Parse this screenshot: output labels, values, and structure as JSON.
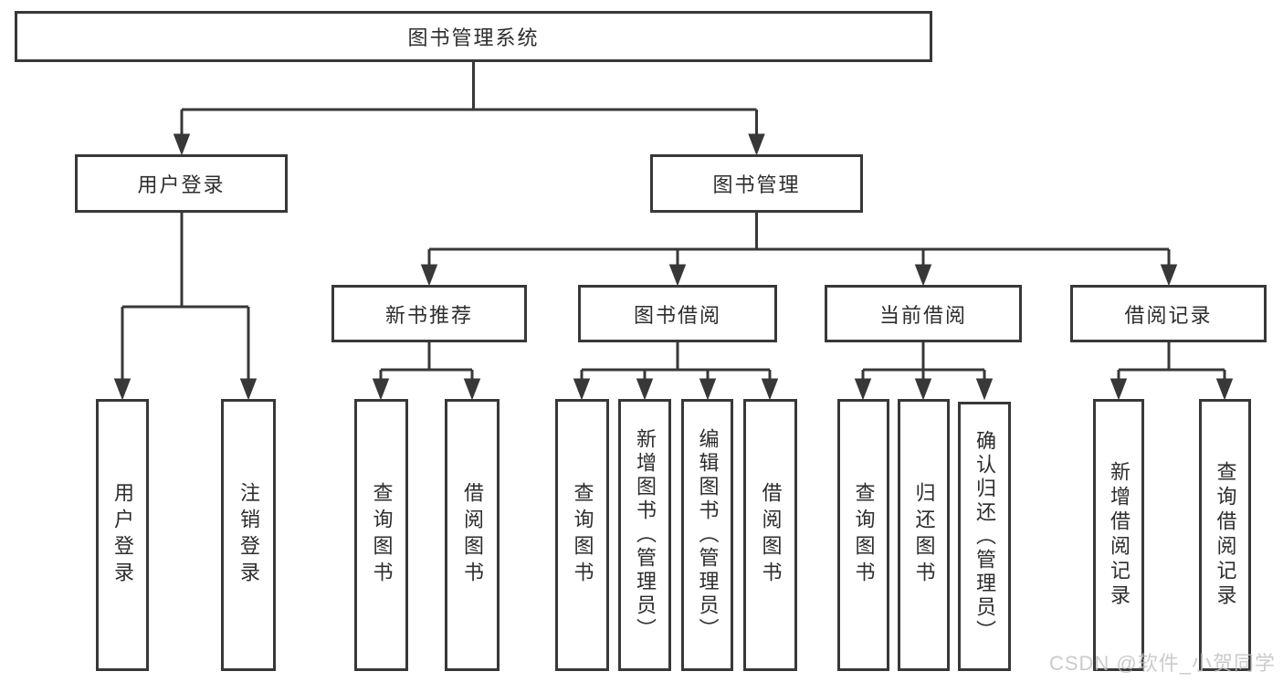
{
  "colors": {
    "line": "#383838",
    "text": "#2d2d2d",
    "background": "#ffffff",
    "watermark": "#c0c0c0"
  },
  "watermark": "CSDN @软件_小贺同学",
  "tree": {
    "label": "图书管理系统",
    "children": [
      {
        "label": "用户登录",
        "children": [
          {
            "label": "用户登录"
          },
          {
            "label": "注销登录"
          }
        ]
      },
      {
        "label": "图书管理",
        "children": [
          {
            "label": "新书推荐",
            "children": [
              {
                "label": "查询图书"
              },
              {
                "label": "借阅图书"
              }
            ]
          },
          {
            "label": "图书借阅",
            "children": [
              {
                "label": "查询图书"
              },
              {
                "label": "新增图书（管理员）"
              },
              {
                "label": "编辑图书（管理员）"
              },
              {
                "label": "借阅图书"
              }
            ]
          },
          {
            "label": "当前借阅",
            "children": [
              {
                "label": "查询图书"
              },
              {
                "label": "归还图书"
              },
              {
                "label": "确认归还（管理员）"
              }
            ]
          },
          {
            "label": "借阅记录",
            "children": [
              {
                "label": "新增借阅记录"
              },
              {
                "label": "查询借阅记录"
              }
            ]
          }
        ]
      }
    ]
  }
}
